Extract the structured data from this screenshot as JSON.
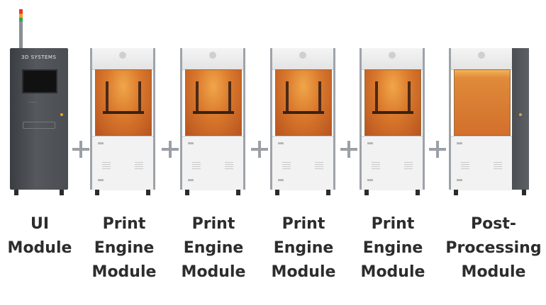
{
  "ui_module": {
    "logo_text": "3D SYSTEMS",
    "label_lines": [
      "UI",
      "Module"
    ]
  },
  "engines": [
    {
      "label_lines": [
        "Print",
        "Engine",
        "Module"
      ]
    },
    {
      "label_lines": [
        "Print",
        "Engine",
        "Module"
      ]
    },
    {
      "label_lines": [
        "Print",
        "Engine",
        "Module"
      ]
    },
    {
      "label_lines": [
        "Print",
        "Engine",
        "Module"
      ]
    }
  ],
  "post_processing": {
    "label_lines": [
      "Post-",
      "Processing",
      "Module"
    ]
  },
  "separator_icon": "plus-icon",
  "colors": {
    "chamber_orange": "#d9782c",
    "ui_dark": "#4a4e52",
    "plus_gray": "#9aa0a6",
    "label_text": "#2c2c2c"
  }
}
